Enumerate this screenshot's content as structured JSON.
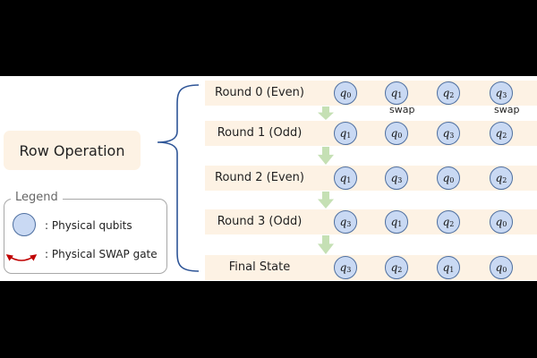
{
  "row_operation_label": "Row Operation",
  "legend": {
    "title": "Legend",
    "qubit_label": ": Physical qubits",
    "swap_label": ": Physical SWAP gate"
  },
  "swap_word": "swap",
  "colors": {
    "row_fill": "#fdf2e4",
    "qubit_fill": "#c9d9f3",
    "qubit_stroke": "#4e6fa0",
    "swap_arrow": "#c00000",
    "down_arrow": "#c5e0b4",
    "brace": "#2e5597"
  },
  "rounds": [
    {
      "label": "Round 0 (Even)",
      "qubits": [
        "q0",
        "q1",
        "q2",
        "q3"
      ],
      "swaps": [
        [
          0,
          1
        ],
        [
          2,
          3
        ]
      ],
      "show_swap_text": true
    },
    {
      "label": "Round 1 (Odd)",
      "qubits": [
        "q1",
        "q0",
        "q3",
        "q2"
      ],
      "swaps": [
        [
          1,
          2
        ]
      ],
      "show_swap_text": false
    },
    {
      "label": "Round 2 (Even)",
      "qubits": [
        "q1",
        "q3",
        "q0",
        "q2"
      ],
      "swaps": [
        [
          0,
          1
        ],
        [
          2,
          3
        ]
      ],
      "show_swap_text": false
    },
    {
      "label": "Round 3 (Odd)",
      "qubits": [
        "q3",
        "q1",
        "q2",
        "q0"
      ],
      "swaps": [
        [
          1,
          2
        ]
      ],
      "show_swap_text": false
    },
    {
      "label": "Final State",
      "qubits": [
        "q3",
        "q2",
        "q1",
        "q0"
      ],
      "swaps": [],
      "show_swap_text": false
    }
  ]
}
